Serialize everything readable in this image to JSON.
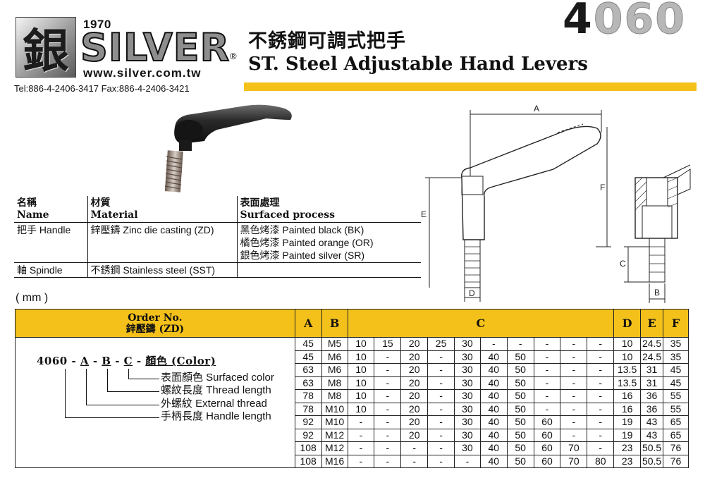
{
  "header": {
    "logo_char": "銀",
    "year": "1970",
    "brand": "SILVER",
    "registered": "®",
    "website": "www.silver.com.tw",
    "contact": "Tel:886-4-2406-3417  Fax:886-4-2406-3421",
    "title_cn": "不銹鋼可調式把手",
    "title_en": "ST. Steel Adjustable Hand Levers",
    "model_number": "4060",
    "accent_color": "#f4c11a"
  },
  "drawing_labels": {
    "a": "A",
    "b": "B",
    "c": "C",
    "d": "D",
    "e": "E",
    "f": "F"
  },
  "materials": {
    "headers": [
      {
        "cn": "名稱",
        "en": "Name"
      },
      {
        "cn": "材質",
        "en": "Material"
      },
      {
        "cn": "表面處理",
        "en": "Surfaced process"
      }
    ],
    "rows": [
      {
        "name": "把手 Handle",
        "material": "鋅壓鑄 Zinc die casting (ZD)",
        "process": [
          "黑色烤漆 Painted black (BK)",
          "橘色烤漆 Painted orange (OR)",
          "銀色烤漆 Painted silver (SR)"
        ]
      },
      {
        "name": "軸 Spindle",
        "material": "不銹鋼 Stainless steel (SST)",
        "process": []
      }
    ]
  },
  "unit_label": "( mm )",
  "spec_table": {
    "order_header_en": "Order No.",
    "order_header_cn": "鋅壓鑄 (ZD)",
    "columns": [
      "A",
      "B",
      "C",
      "D",
      "E",
      "F"
    ],
    "code": {
      "prefix": "4060 -",
      "a": "A",
      "sep1": "-",
      "b": "B",
      "sep2": "-",
      "c": "C",
      "sep3": "-",
      "color": "顏色 (Color)",
      "legend": [
        "表面顏色 Surfaced color",
        "螺紋長度 Thread length",
        "外螺紋 External thread",
        "手柄長度 Handle length"
      ]
    },
    "rows": [
      {
        "a": "45",
        "b": "M5",
        "c": [
          "10",
          "15",
          "20",
          "25",
          "30",
          "-",
          "-",
          "-",
          "-",
          "-"
        ],
        "d": "10",
        "e": "24.5",
        "f": "35"
      },
      {
        "a": "45",
        "b": "M6",
        "c": [
          "10",
          "-",
          "20",
          "-",
          "30",
          "40",
          "50",
          "-",
          "-",
          "-"
        ],
        "d": "10",
        "e": "24.5",
        "f": "35"
      },
      {
        "a": "63",
        "b": "M6",
        "c": [
          "10",
          "-",
          "20",
          "-",
          "30",
          "40",
          "50",
          "-",
          "-",
          "-"
        ],
        "d": "13.5",
        "e": "31",
        "f": "45"
      },
      {
        "a": "63",
        "b": "M8",
        "c": [
          "10",
          "-",
          "20",
          "-",
          "30",
          "40",
          "50",
          "-",
          "-",
          "-"
        ],
        "d": "13.5",
        "e": "31",
        "f": "45"
      },
      {
        "a": "78",
        "b": "M8",
        "c": [
          "10",
          "-",
          "20",
          "-",
          "30",
          "40",
          "50",
          "-",
          "-",
          "-"
        ],
        "d": "16",
        "e": "36",
        "f": "55"
      },
      {
        "a": "78",
        "b": "M10",
        "c": [
          "10",
          "-",
          "20",
          "-",
          "30",
          "40",
          "50",
          "-",
          "-",
          "-"
        ],
        "d": "16",
        "e": "36",
        "f": "55"
      },
      {
        "a": "92",
        "b": "M10",
        "c": [
          "-",
          "-",
          "20",
          "-",
          "30",
          "40",
          "50",
          "60",
          "-",
          "-"
        ],
        "d": "19",
        "e": "43",
        "f": "65"
      },
      {
        "a": "92",
        "b": "M12",
        "c": [
          "-",
          "-",
          "20",
          "-",
          "30",
          "40",
          "50",
          "60",
          "-",
          "-"
        ],
        "d": "19",
        "e": "43",
        "f": "65"
      },
      {
        "a": "108",
        "b": "M12",
        "c": [
          "-",
          "-",
          "-",
          "-",
          "30",
          "40",
          "50",
          "60",
          "70",
          "-"
        ],
        "d": "23",
        "e": "50.5",
        "f": "76"
      },
      {
        "a": "108",
        "b": "M16",
        "c": [
          "-",
          "-",
          "-",
          "-",
          "-",
          "40",
          "50",
          "60",
          "70",
          "80"
        ],
        "d": "23",
        "e": "50.5",
        "f": "76"
      }
    ]
  }
}
